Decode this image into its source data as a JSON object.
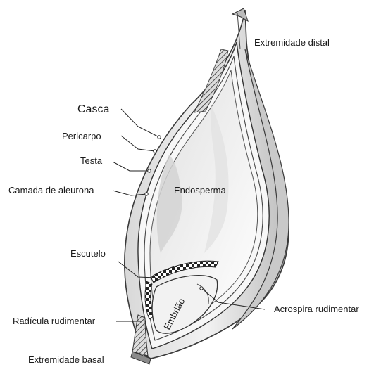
{
  "labels": {
    "distal_end": "Extremidade distal",
    "husk": "Casca",
    "pericarp": "Pericarpo",
    "testa": "Testa",
    "aleurone": "Camada de aleurona",
    "endosperm": "Endosperma",
    "scutellum": "Escutelo",
    "embryo": "Embrião",
    "acrospire": "Acrospira rudimentar",
    "radicle": "Radícula rudimentar",
    "basal_end": "Extremidade basal"
  },
  "colors": {
    "outline": "#3a3a3a",
    "fill_light": "#e9e9e9",
    "fill_mid": "#cfcfcf",
    "label_text": "#1a1a1a"
  }
}
